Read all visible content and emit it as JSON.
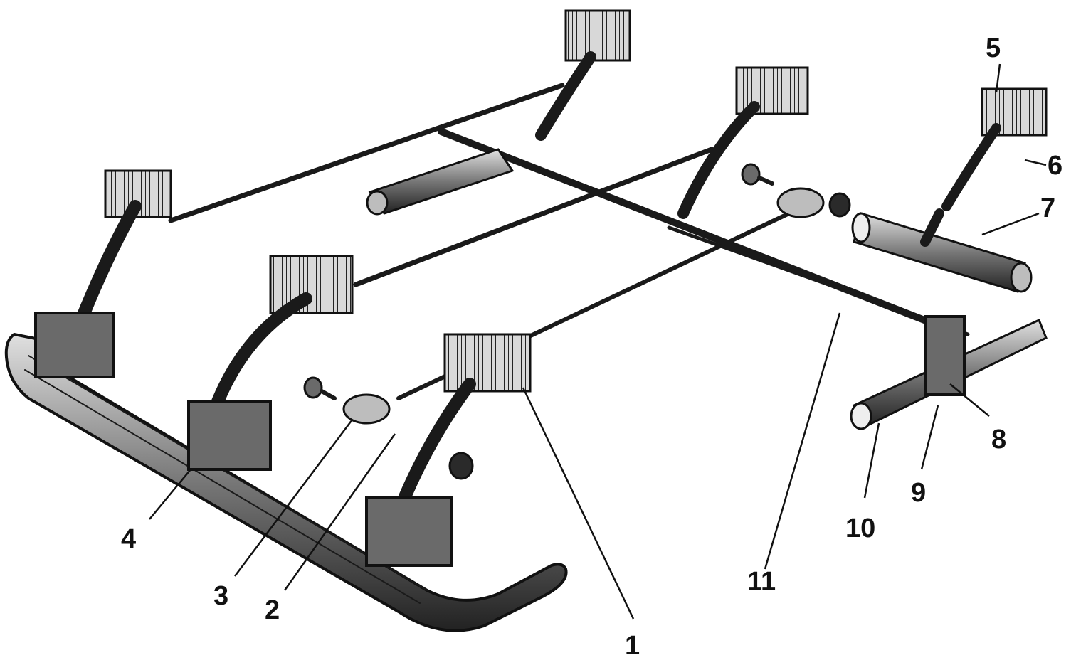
{
  "figure": {
    "callouts": [
      {
        "id": "1",
        "label": "1"
      },
      {
        "id": "2",
        "label": "2"
      },
      {
        "id": "3",
        "label": "3"
      },
      {
        "id": "4",
        "label": "4"
      },
      {
        "id": "5",
        "label": "5"
      },
      {
        "id": "6",
        "label": "6"
      },
      {
        "id": "7",
        "label": "7"
      },
      {
        "id": "8",
        "label": "8"
      },
      {
        "id": "9",
        "label": "9"
      },
      {
        "id": "10",
        "label": "10"
      },
      {
        "id": "11",
        "label": "11"
      }
    ]
  },
  "colors": {
    "ink": "#1a1a1a",
    "background": "#ffffff"
  }
}
